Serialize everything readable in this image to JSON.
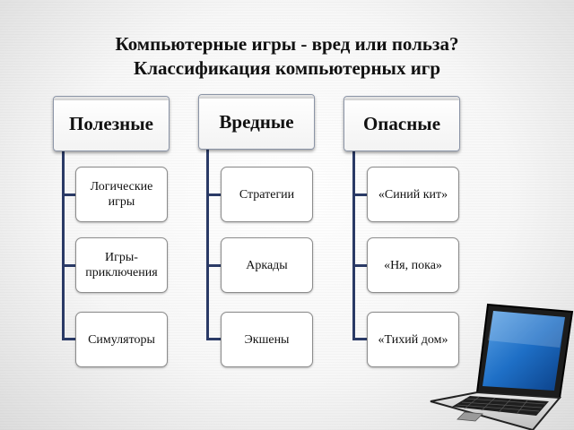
{
  "title": {
    "line1": "Компьютерные игры -  вред или польза?",
    "line2": "Классификация компьютерных игр"
  },
  "categories": [
    {
      "label": "Полезные",
      "items": [
        "Логические игры",
        "Игры-приключения",
        "Симуляторы"
      ]
    },
    {
      "label": "Вредные",
      "items": [
        "Стратегии",
        "Аркады",
        "Экшены"
      ]
    },
    {
      "label": "Опасные",
      "items": [
        "«Синий кит»",
        "«Ня, пока»",
        "«Тихий дом»"
      ]
    }
  ],
  "decoration": {
    "icon": "laptop-icon"
  },
  "colors": {
    "connector": "#2a3a66",
    "box_border": "#8c8c8c"
  }
}
